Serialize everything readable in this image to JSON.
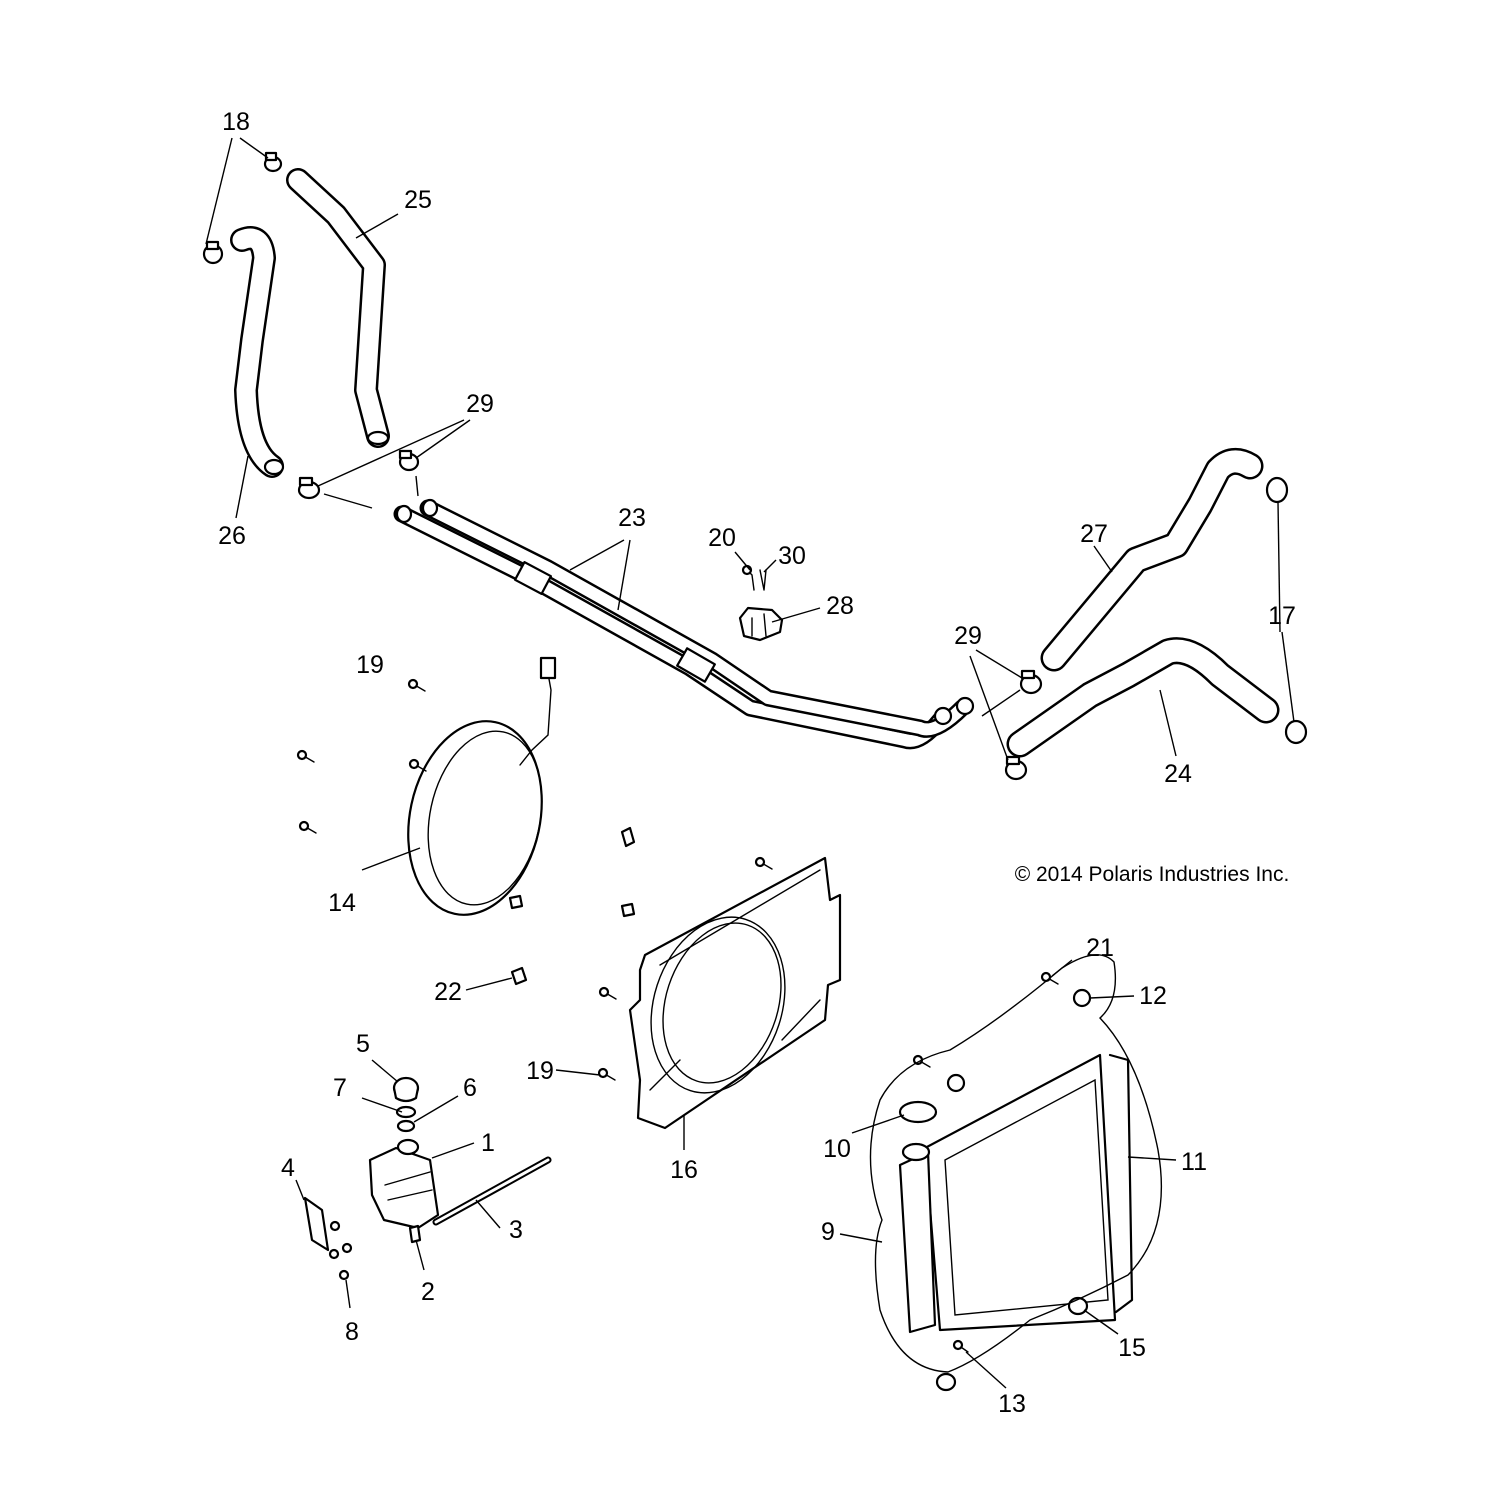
{
  "copyright": "© 2014 Polaris Industries Inc.",
  "callouts": {
    "c1": "1",
    "c2": "2",
    "c3": "3",
    "c4": "4",
    "c5": "5",
    "c6": "6",
    "c7": "7",
    "c8": "8",
    "c9": "9",
    "c10": "10",
    "c11": "11",
    "c12": "12",
    "c13": "13",
    "c14": "14",
    "c15": "15",
    "c16": "16",
    "c17": "17",
    "c18": "18",
    "c19a": "19",
    "c19b": "19",
    "c20": "20",
    "c21": "21",
    "c22": "22",
    "c23": "23",
    "c24": "24",
    "c25": "25",
    "c26": "26",
    "c27": "27",
    "c28": "28",
    "c29a": "29",
    "c29b": "29",
    "c30": "30"
  }
}
